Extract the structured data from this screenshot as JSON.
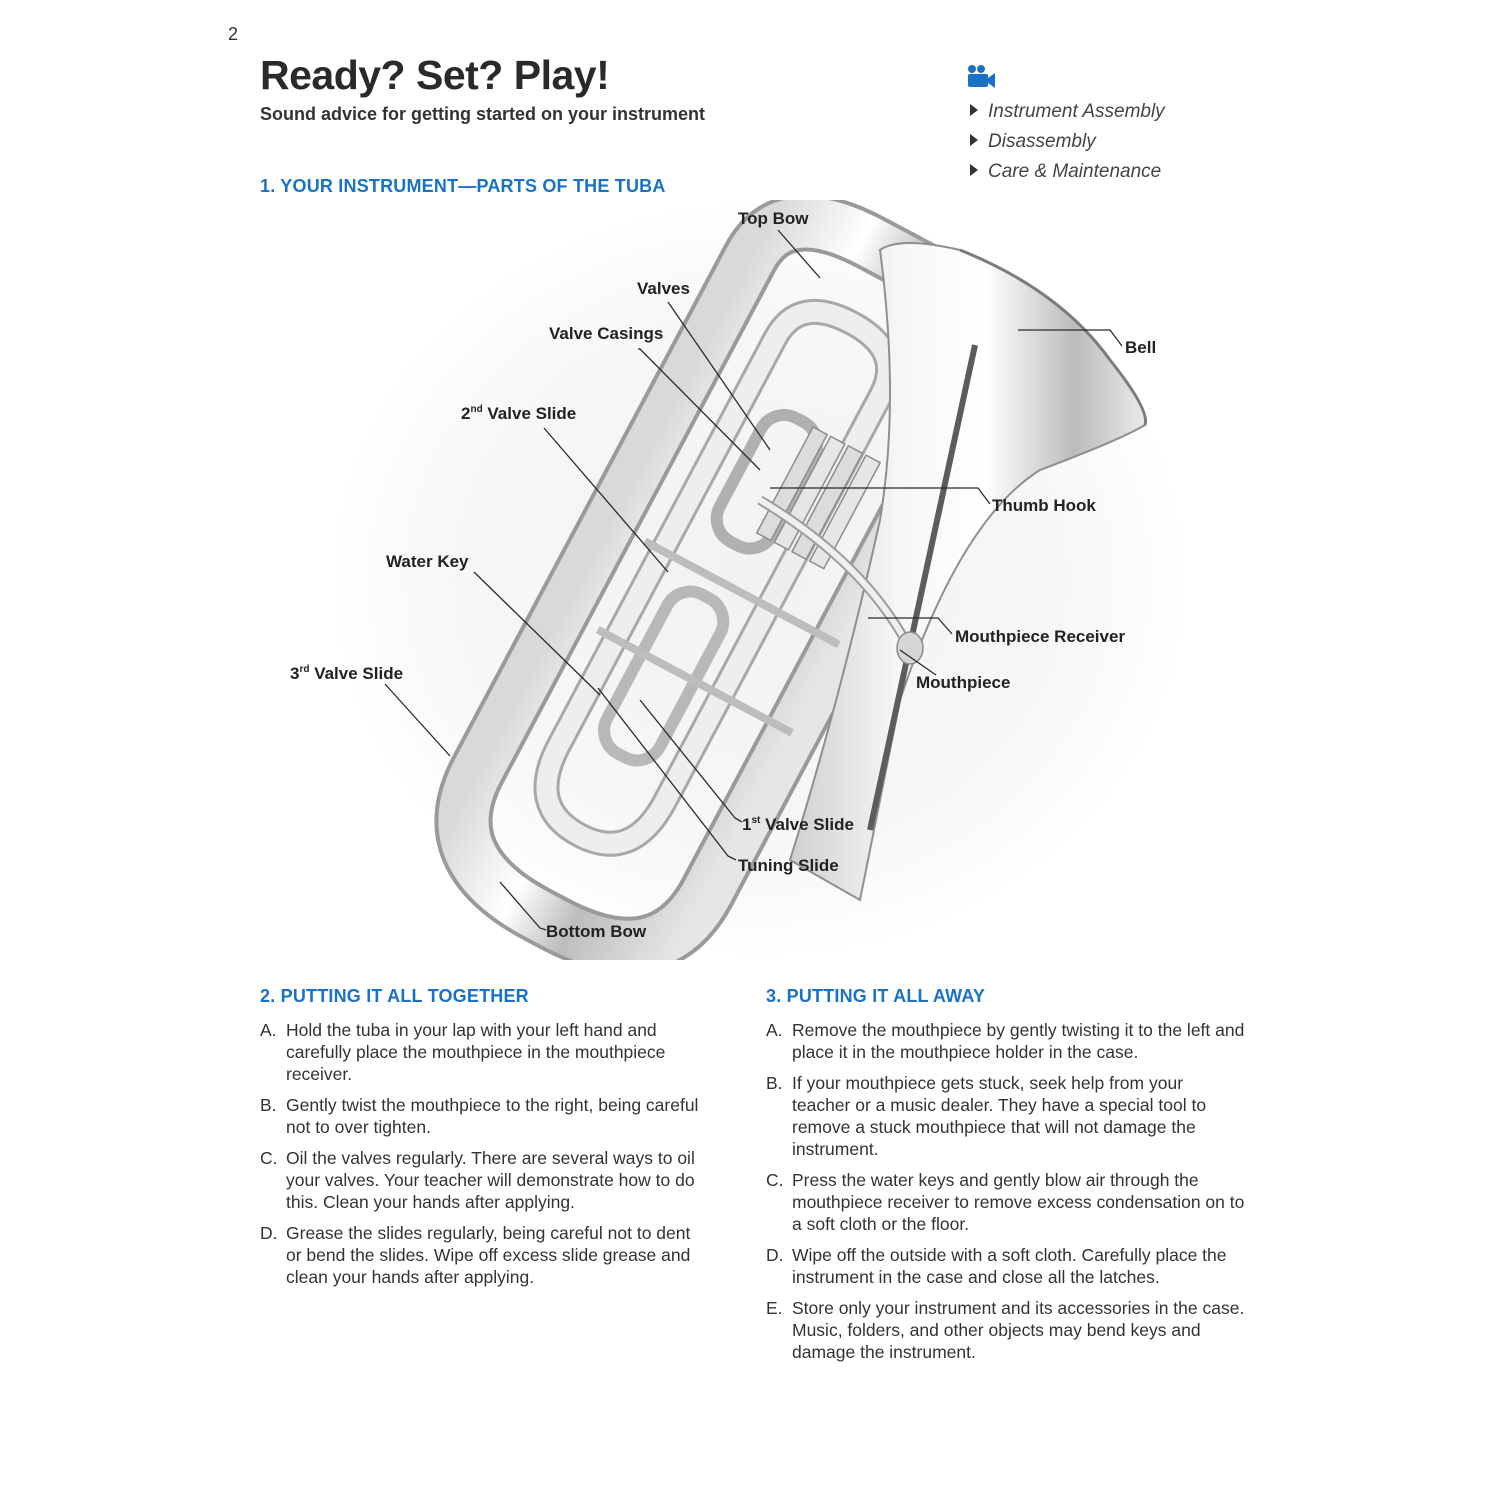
{
  "page": {
    "number": "2",
    "title": "Ready? Set? Play!",
    "subtitle": "Sound advice for getting started on your instrument"
  },
  "video": {
    "icon": "video-camera-icon",
    "accent": "#1a72c4",
    "links": [
      "Instrument Assembly",
      "Disassembly",
      "Care & Maintenance"
    ]
  },
  "section1": {
    "heading": "1. YOUR INSTRUMENT—PARTS OF THE TUBA",
    "labels": {
      "top_bow": "Top Bow",
      "valves": "Valves",
      "valve_casings": "Valve Casings",
      "valve_slide_2_num": "2",
      "valve_slide_2_sup": "nd",
      "valve_slide_2_text": " Valve Slide",
      "bell": "Bell",
      "thumb_hook": "Thumb Hook",
      "water_key": "Water Key",
      "mouthpiece_receiver": "Mouthpiece Receiver",
      "mouthpiece": "Mouthpiece",
      "valve_slide_3_num": "3",
      "valve_slide_3_sup": "rd",
      "valve_slide_3_text": " Valve Slide",
      "valve_slide_1_num": "1",
      "valve_slide_1_sup": "st",
      "valve_slide_1_text": " Valve Slide",
      "tuning_slide": "Tuning Slide",
      "bottom_bow": "Bottom Bow"
    }
  },
  "section2": {
    "heading": "2. PUTTING IT ALL TOGETHER",
    "items": [
      {
        "letter": "A.",
        "text": "Hold the tuba in your lap with your left hand and carefully place the mouthpiece in the mouthpiece receiver."
      },
      {
        "letter": "B.",
        "text": "Gently twist the mouthpiece to the right, being careful not to over tighten."
      },
      {
        "letter": "C.",
        "text": "Oil the valves regularly. There are several ways to oil your valves. Your teacher will demonstrate how to do this. Clean your hands after applying."
      },
      {
        "letter": "D.",
        "text": "Grease the slides regularly, being careful not to dent or bend the slides. Wipe off excess slide grease and clean your hands after applying."
      }
    ]
  },
  "section3": {
    "heading": "3. PUTTING IT ALL AWAY",
    "items": [
      {
        "letter": "A.",
        "text": "Remove the mouthpiece by gently twisting it to the left and place it in the mouthpiece holder in the case."
      },
      {
        "letter": "B.",
        "text": "If your mouthpiece gets stuck, seek help from your teacher or a music dealer. They have a special tool to remove a stuck mouthpiece that will not damage the instrument."
      },
      {
        "letter": "C.",
        "text": "Press the water keys and gently blow air through the mouthpiece receiver to remove excess condensation on to a soft cloth or the floor."
      },
      {
        "letter": "D.",
        "text": "Wipe off the outside with a soft cloth. Carefully place the instrument in the case and close all the latches."
      },
      {
        "letter": "E.",
        "text": "Store only your instrument and its accessories in the case. Music, folders, and other objects may bend keys and damage the instrument."
      }
    ]
  }
}
